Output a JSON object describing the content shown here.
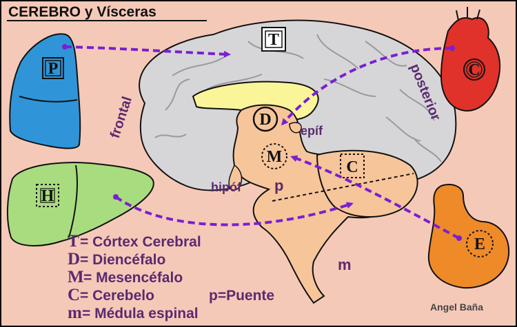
{
  "title": "CEREBRO y Vísceras",
  "credit": "Angel Baña",
  "colors": {
    "background": "#f5c9b8",
    "cortex": "#d6d6d8",
    "corpus_callosum": "#fbf59a",
    "brainstem": "#f7c59a",
    "arrow": "#7a1fd1",
    "lung": "#2f95d8",
    "heart": "#e0322a",
    "liver": "#a8dc7e",
    "stomach": "#ee8a28",
    "text": "#5a2a6e"
  },
  "organs": {
    "lung": {
      "icon": "lung-icon",
      "letter": "P"
    },
    "heart": {
      "icon": "heart-icon",
      "letter": "C"
    },
    "liver": {
      "icon": "liver-icon",
      "letter": "H"
    },
    "stomach": {
      "icon": "stomach-icon",
      "letter": "E"
    }
  },
  "brain": {
    "cortex_letter": "T",
    "diencephalon_letter": "D",
    "midbrain_letter": "M",
    "cerebellum_letter": "C",
    "pons_label": "p",
    "spinal_label": "m",
    "frontal_label": "frontal",
    "posterior_label": "posterior",
    "pineal_label": "epíf",
    "pituitary_label": "hipóf"
  },
  "legend": [
    {
      "letter": "T",
      "text": "= Córtex Cerebral"
    },
    {
      "letter": "D",
      "text": "= Diencéfalo"
    },
    {
      "letter": "M",
      "text": "= Mesencéfalo"
    },
    {
      "letter": "C",
      "text": "= Cerebelo"
    },
    {
      "letter": "m",
      "text": "= Médula espinal"
    }
  ],
  "legend_extra": "p=Puente"
}
